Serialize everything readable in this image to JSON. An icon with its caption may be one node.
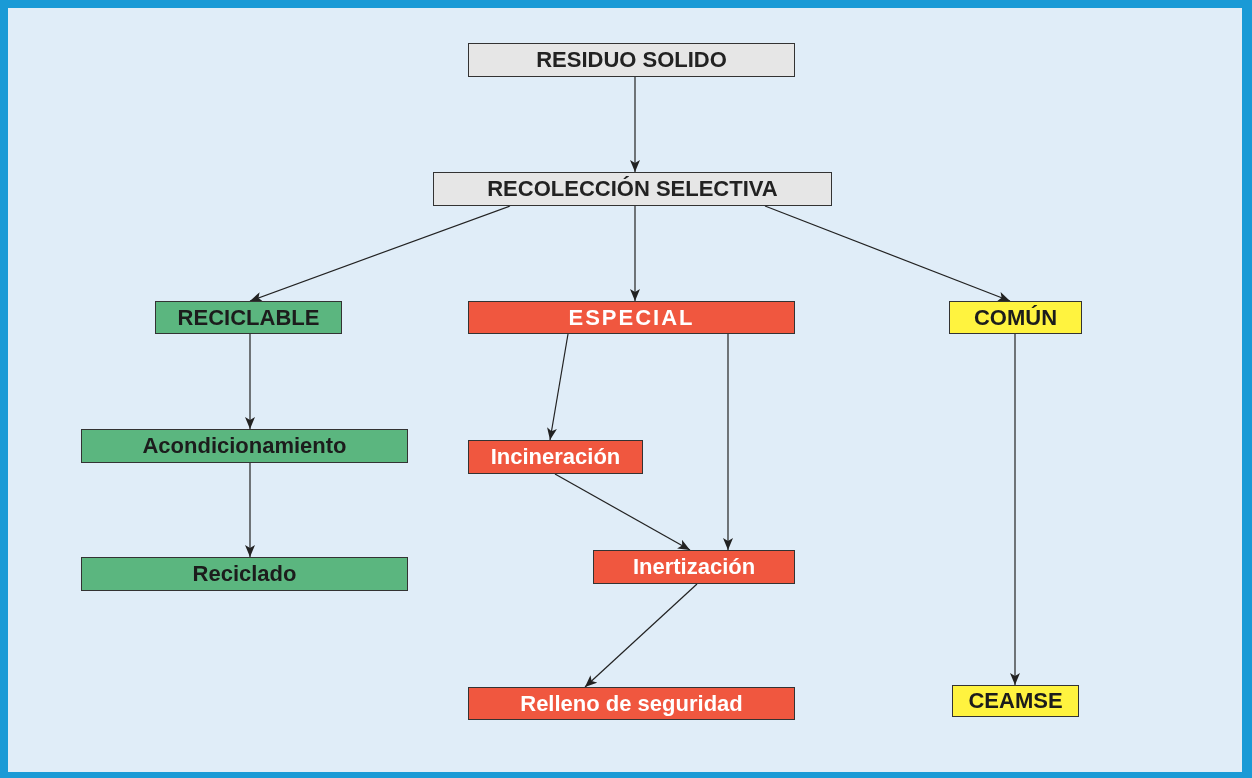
{
  "diagram": {
    "nodes": [
      {
        "text": [
          "RESIDUO SOLIDO"
        ]
      },
      {
        "text": [
          "RECOLECCIÓN SELECTIVA"
        ]
      },
      {
        "text": [
          "RECICLABLE"
        ]
      },
      {
        "text": [
          "ESPECIAL"
        ]
      },
      {
        "text": [
          "COMÚN"
        ]
      },
      {
        "text": [
          "Acondicionamiento"
        ]
      },
      {
        "text": [
          "Reciclado"
        ]
      },
      {
        "text": [
          "Incineración"
        ]
      },
      {
        "text": [
          "Inertización"
        ]
      },
      {
        "text": [
          "Relleno de seguridad"
        ]
      },
      {
        "text": [
          "CEAMSE"
        ]
      }
    ],
    "edges": [
      {
        "from": 0,
        "to": 1,
        "arrow": "to"
      },
      {
        "from": 1,
        "to": 2,
        "arrow": "to"
      },
      {
        "from": 1,
        "to": 3,
        "arrow": "to"
      },
      {
        "from": 1,
        "to": 4,
        "arrow": "to"
      },
      {
        "from": 2,
        "to": 5,
        "arrow": "to"
      },
      {
        "from": 5,
        "to": 6,
        "arrow": "to"
      },
      {
        "from": 3,
        "to": 7,
        "arrow": "to"
      },
      {
        "from": 3,
        "to": 8,
        "arrow": "to"
      },
      {
        "from": 7,
        "to": 8,
        "arrow": "to"
      },
      {
        "from": 8,
        "to": 9,
        "arrow": "to"
      },
      {
        "from": 4,
        "to": 10,
        "arrow": "to"
      }
    ]
  }
}
